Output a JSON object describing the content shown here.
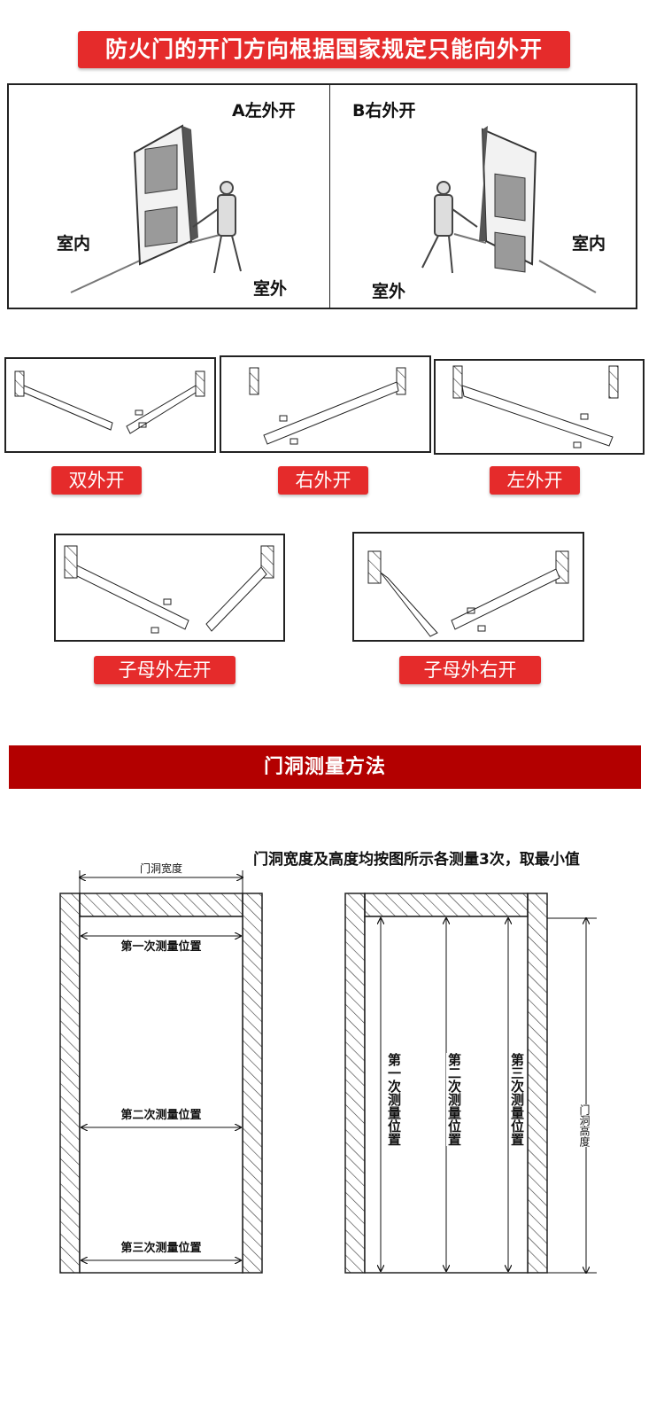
{
  "top_banner": "防火门的开门方向根据国家规定只能向外开",
  "panel_a": {
    "title": "A左外开",
    "inside": "室内",
    "outside": "室外"
  },
  "panel_b": {
    "title": "B右外开",
    "inside": "室内",
    "outside": "室外"
  },
  "swing_labels": {
    "double": "双外开",
    "right": "右外开",
    "left": "左外开",
    "mother_left": "子母外左开",
    "mother_right": "子母外右开"
  },
  "section_title": "门洞测量方法",
  "measure": {
    "note": "门洞宽度及高度均按图所示各测量3次，取最小值",
    "width_label": "门洞宽度",
    "height_label": "门洞高度",
    "first_pos": "第一次测量位置",
    "second_pos": "第二次测量位置",
    "third_pos": "第三次测量位置",
    "v_first": "第一次测量位置",
    "v_second": "第二次测量位置",
    "v_third": "第三次测量位置"
  },
  "colors": {
    "accent_red": "#e52b2b",
    "section_red": "#b30000"
  }
}
